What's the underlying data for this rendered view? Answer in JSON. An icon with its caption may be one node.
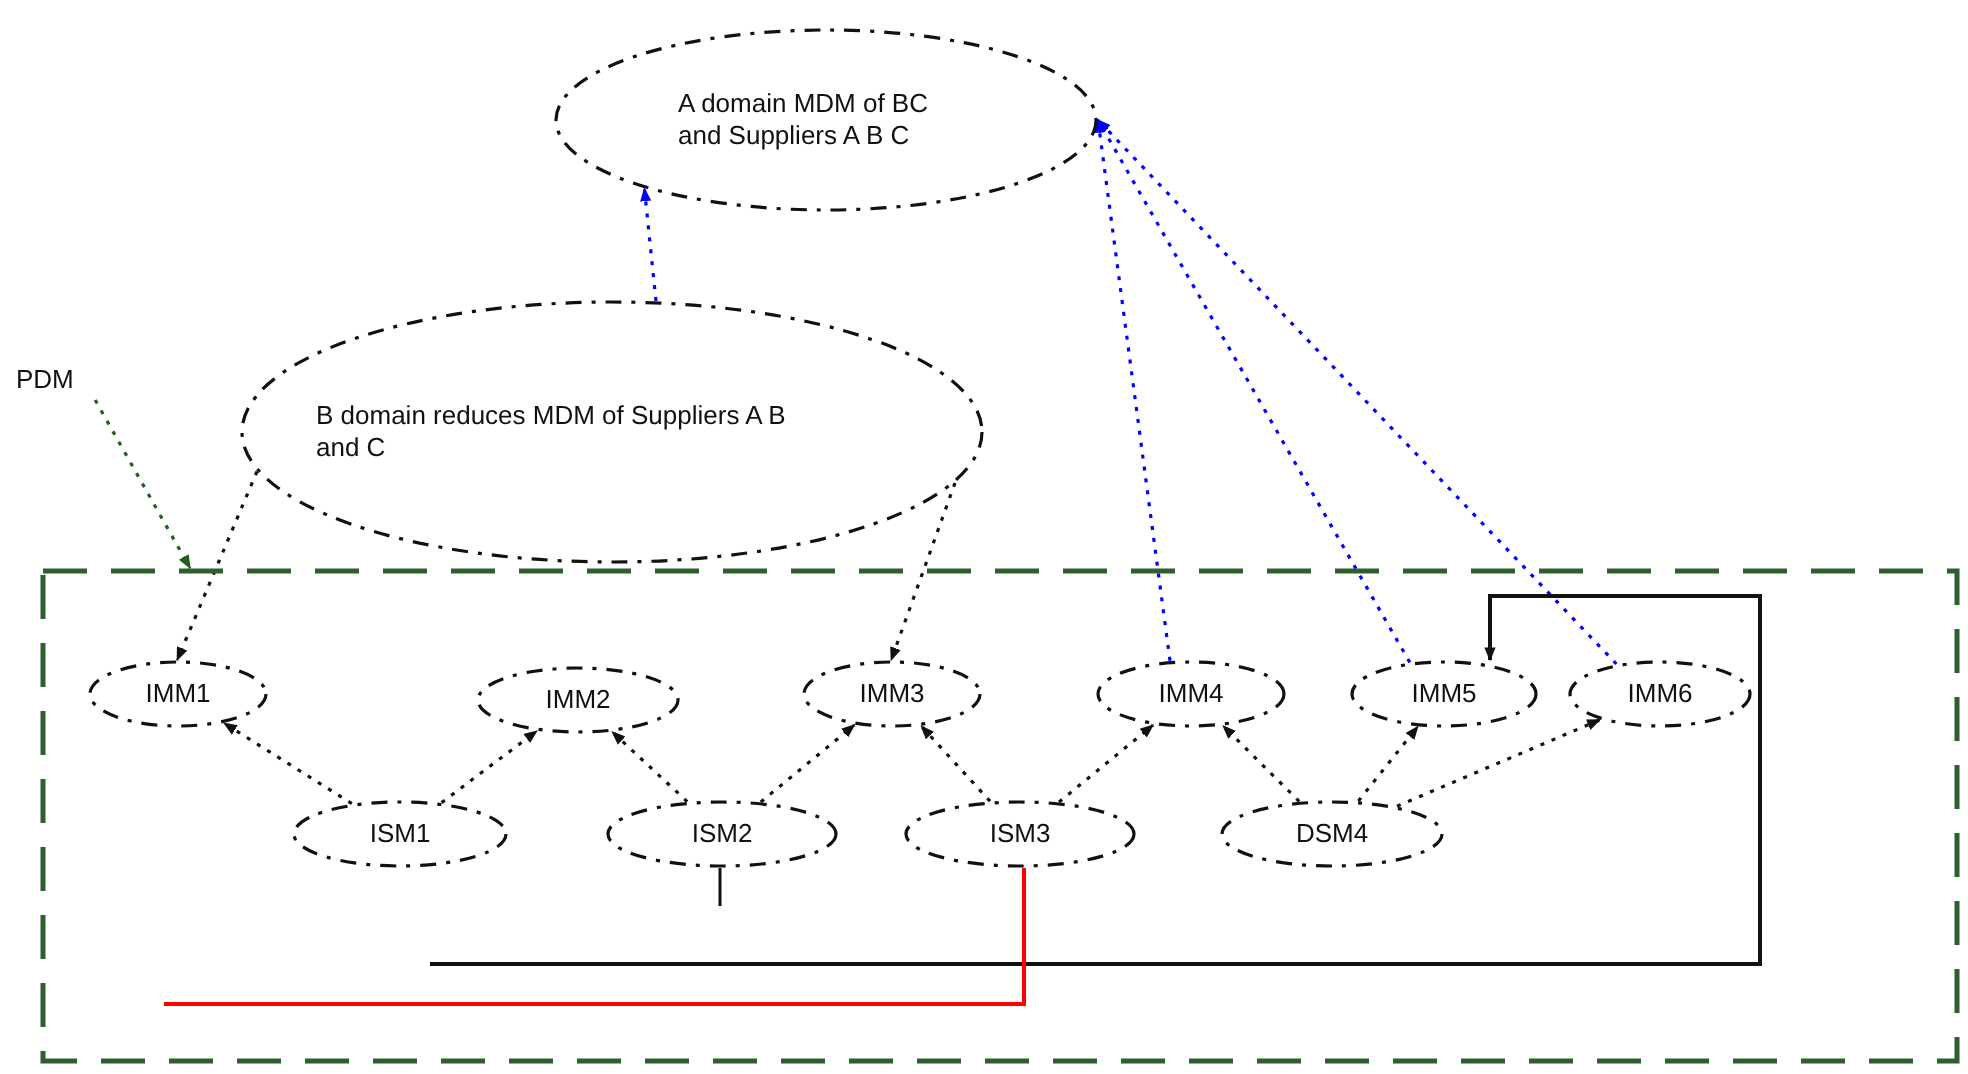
{
  "diagram": {
    "nodes": [
      {
        "text": [
          "A domain MDM of BC and Suppliers A B C"
        ]
      },
      {
        "text": [
          "B domain reduces MDM of Suppliers A B and C"
        ]
      },
      {
        "text": [
          "PDM"
        ]
      },
      {
        "text": [],
        "shape": "box"
      },
      {
        "text": [
          "IMM1"
        ],
        "in": 3
      },
      {
        "text": [
          "IMM2"
        ],
        "in": 3
      },
      {
        "text": [
          "IMM3"
        ],
        "in": 3
      },
      {
        "text": [
          "IMM4"
        ],
        "in": 3
      },
      {
        "text": [
          "IMM5"
        ],
        "in": 3
      },
      {
        "text": [
          "IMM6"
        ],
        "in": 3
      },
      {
        "text": [
          "ISM1"
        ],
        "in": 3
      },
      {
        "text": [
          "ISM2"
        ],
        "in": 3
      },
      {
        "text": [
          "ISM3"
        ],
        "in": 3
      },
      {
        "text": [
          "DSM4"
        ],
        "in": 3
      }
    ],
    "edges": [
      {
        "from": 1,
        "to": 0,
        "arrow": "to",
        "style": "dashed",
        "color": "#0000ff"
      },
      {
        "from": 7,
        "to": 0,
        "arrow": "to",
        "style": "dashed",
        "color": "#0000ff"
      },
      {
        "from": 8,
        "to": 0,
        "arrow": "to",
        "style": "dashed",
        "color": "#0000ff"
      },
      {
        "from": 9,
        "to": 0,
        "arrow": "to",
        "style": "dashed",
        "color": "#0000ff"
      },
      {
        "from": 1,
        "to": 4,
        "arrow": "to",
        "style": "dashed"
      },
      {
        "from": 1,
        "to": 6,
        "arrow": "to",
        "style": "dashed"
      },
      {
        "from": 2,
        "to": 3,
        "arrow": "to",
        "style": "dashed",
        "color": "#1f5f1f"
      },
      {
        "from": 10,
        "to": 4,
        "arrow": "to",
        "style": "dashed"
      },
      {
        "from": 10,
        "to": 5,
        "arrow": "to",
        "style": "dashed"
      },
      {
        "from": 11,
        "to": 5,
        "arrow": "to",
        "style": "dashed"
      },
      {
        "from": 11,
        "to": 6,
        "arrow": "to",
        "style": "dashed"
      },
      {
        "from": 12,
        "to": 6,
        "arrow": "to",
        "style": "dashed"
      },
      {
        "from": 12,
        "to": 7,
        "arrow": "to",
        "style": "dashed"
      },
      {
        "from": 13,
        "to": 7,
        "arrow": "to",
        "style": "dashed"
      },
      {
        "from": 13,
        "to": 8,
        "arrow": "to",
        "style": "dashed"
      },
      {
        "from": 13,
        "to": 9,
        "arrow": "to",
        "style": "dashed"
      },
      {
        "from": null,
        "to": 8,
        "arrow": "to"
      },
      {
        "from": 12,
        "to": null,
        "arrow": "none",
        "color": "#ff0000"
      }
    ]
  }
}
